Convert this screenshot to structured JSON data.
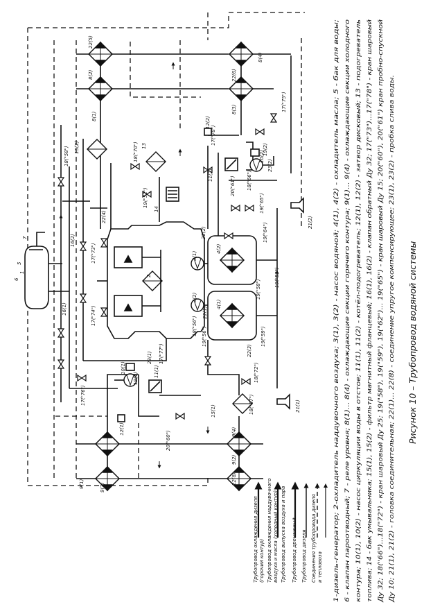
{
  "labels": {
    "l1": "1",
    "l2": "2",
    "l3_1": "3(1)",
    "l3_2": "3(2)",
    "l4_1": "4(1)",
    "l4_2": "4(2)",
    "l5": "5",
    "l6": "6",
    "l7": "7",
    "l8_1": "8(1)",
    "l8_2": "8(2)",
    "l8_3": "8(3)",
    "l8_4": "8(4)",
    "l9_1": "9(1)",
    "l9_2": "9(2)",
    "l9_3": "9(3)",
    "l9_4": "9(4)",
    "l10_1": "10(1)",
    "l10_2": "10(2)",
    "l11_1": "11(1)",
    "l11_2": "11(2)",
    "l12_1": "12(1)",
    "l12_2": "12(2)",
    "l13": "13",
    "l14": "14",
    "l15_1": "15(1)",
    "l15_2": "15(2)",
    "l16_1": "16(1)",
    "l16_2": "16(2)",
    "l17_73": "17(\"73\")",
    "l17_74": "17(\"74\")",
    "l17_75": "17(\"75\")",
    "l17_76": "17(\"76\")",
    "l17_77": "17(\"77\")",
    "l17_78": "17(\"78\")",
    "l18_56": "18(\"56\")",
    "l18_58": "18(\"58\")",
    "l18_66": "18(\"66\")",
    "l18_67": "18(\"67\")",
    "l18_70": "18(\"70\")",
    "l18_72": "18(\"72\")",
    "l19_52": "19(\"52\")",
    "l19_53": "19(\"53\")",
    "l19_56": "19(\"56\")",
    "l19_58": "19(\"58\")",
    "l19_59": "19(\"59\")",
    "l19_64": "19(\"64\")",
    "l19_65": "19(\"65\")",
    "l19_1": "19(1)",
    "l19_2": "19(2)",
    "l20_60": "20(\"60\")",
    "l20_61": "20(\"61\")",
    "l21_1": "21(1)",
    "l21_2": "21(2)",
    "l22_1": "22(1)",
    "l22_2": "22(2)",
    "l22_3": "22(3)",
    "l22_4": "22(4)",
    "l22_5": "22(5)",
    "l22_8": "22(8)",
    "l22_6": "22(6)",
    "l23_1": "23(1)",
    "l23_2": "23(2)"
  },
  "legend": [
    {
      "text": "Трубопровод охлаждения дизеля",
      "text2": "(горячий контур)"
    },
    {
      "text": "Трубопровод охлаждения наддувочного",
      "text2": "воздуха и масла (холодный контур)"
    },
    {
      "text": "Трубопровод выпуска воздуха и пара",
      "text2": ""
    },
    {
      "text": "Трубопровод дренажный",
      "text2": ""
    },
    {
      "text": "Трубопровод дизеля",
      "text2": ""
    },
    {
      "text": "Соединения трубопровода дизеля",
      "text2": "и тепловоза"
    }
  ],
  "caption_lines": [
    "1-дизель-генератор; 2-охладитель наддувочного воздуха; 3(1), 3(2) - насос водяной; 4(1), 4(2) - охладитель масла; 5 - бак для воды;",
    "6 - клапан пароотводный; 7 - реле уровня; 8(1)... 8(4) - охлаждающие секции горячего контура; 9(1)... 9(4) - охлаждающие секции холодного",
    "контура; 10(1), 10(2) - насос циркуляции воды в отстое; 11(1), 11(2) - котёл-подогреватель; 12(1), 12(2) - затвор дисковый; 13 - подогреватель",
    "топлива; 14 - бак умывальника; 15(1), 15(2) - фильтр магнитный фланцевый; 16(1), 16(2) - клапан обратный Ду 32; 17(\"73\")...17(\"78\") - кран шаровый",
    "Ду 32; 18(\"66\")...18(\"72\") - кран шаровый Ду 25; 19(\"58\"), 19(\"59\"), 19(\"62\")... 19(\"65\") - кран шаровый Ду 15; 20(\"60\"), 20(\"61\") кран пробно-спускной",
    "Ду 10;  21(1), 21(2) - головка соединительная; 22(1)... 22(8) - соединение упругое компенсирующее; 23(1), 23(2) - пробка слива воды."
  ],
  "title": "Рисунок 10 – Трубопровод водяной системы"
}
